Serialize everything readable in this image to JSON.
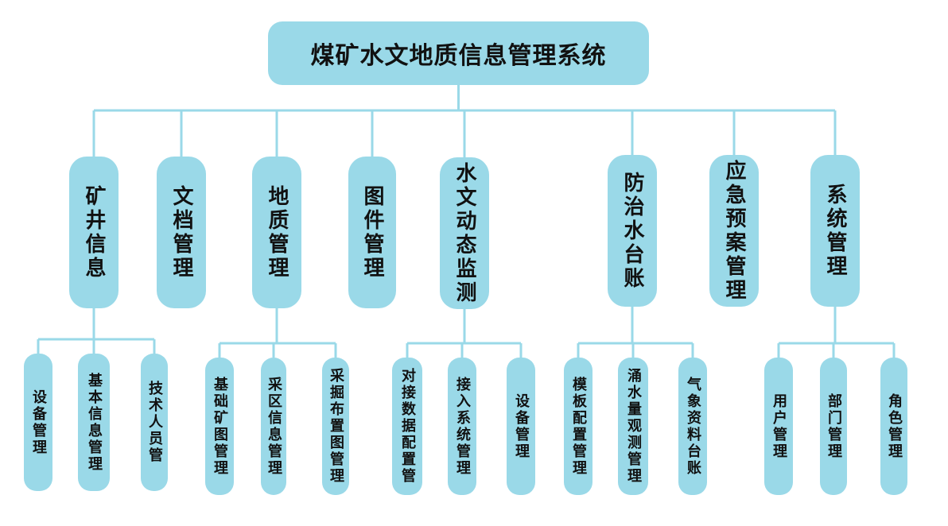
{
  "title": "煤矿水文地质信息管理系统",
  "modules": [
    {
      "label": "矿井信息",
      "children": [
        "设备管理",
        "基本信息管理",
        "技术人员管"
      ]
    },
    {
      "label": "文档管理",
      "children": []
    },
    {
      "label": "地质管理",
      "children": [
        "基础矿图管理",
        "采区信息管理",
        "采掘布置图管理"
      ]
    },
    {
      "label": "图件管理",
      "children": []
    },
    {
      "label": "水文动态监测",
      "children": [
        "对接数据配置管",
        "接入系统管理",
        "设备管理"
      ]
    },
    {
      "label": "防治水台账",
      "children": [
        "模板配置管理",
        "涌水量观测管理",
        "气象资料台账"
      ]
    },
    {
      "label": "应急预案管理",
      "children": []
    },
    {
      "label": "系统管理",
      "children": [
        "用户管理",
        "部门管理",
        "角色管理"
      ]
    }
  ],
  "colors": {
    "box_fill": "#9ad9e8",
    "connector": "#9ad9e8",
    "text": "#111111"
  }
}
